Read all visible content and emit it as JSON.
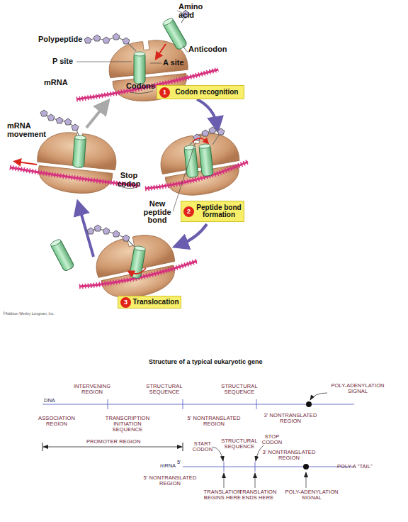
{
  "diagram": {
    "title": "Structure of a typical eukaryotic gene",
    "nodes": [
      {
        "text": [
          "Codon recognition"
        ]
      },
      {
        "text": [
          "1"
        ],
        "in": 0
      },
      {
        "text": [
          "Peptide bond formation"
        ]
      },
      {
        "text": [
          "2"
        ],
        "in": 2
      },
      {
        "text": [
          "Translocation"
        ]
      },
      {
        "text": [
          "3"
        ],
        "in": 4
      }
    ],
    "labels": [
      "Amino acid",
      "Polypeptide",
      "P site",
      "Anticodon",
      "A site",
      "mRNA",
      "Codons",
      "mRNA movement",
      "Stop codon",
      "New peptide bond",
      "©Addison Wesley Longman, Inc.",
      "INTERVENING REGION",
      "STRUCTURAL SEQUENCE",
      "STRUCTURAL SEQUENCE",
      "POLY-ADENYLATION SIGNAL",
      "DNA",
      "ASSOCIATION REGION",
      "TRANSCRIPTION INITIATION SEQUENCE",
      "5' NONTRANSLATED REGION",
      "3' NONTRANSLATED REGION",
      "PROMOTER REGION",
      "START CODON",
      "STRUCTURAL SEQUENCE",
      "STOP CODON",
      "3' NONTRANSLATED REGION",
      "mRNA",
      "5'",
      "POLY-A \"TAIL\"",
      "5' NONTRANSLATED REGION",
      "TRANSLATION BEGINS HERE",
      "TRANSLATION ENDS HERE",
      "POLY-ADENYLATION SIGNAL"
    ]
  }
}
